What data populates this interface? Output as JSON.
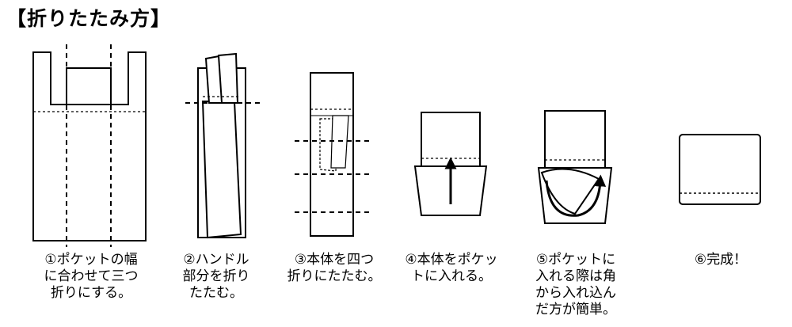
{
  "title": "【折りたたみ方】",
  "steps": [
    {
      "lines": [
        "①ポケットの幅",
        "に合わせて三つ",
        "折りにする。"
      ]
    },
    {
      "lines": [
        "②ハンドル",
        "部分を折り",
        "たたむ。"
      ]
    },
    {
      "lines": [
        "③本体を四つ",
        "折りにたたむ。"
      ]
    },
    {
      "lines": [
        "④本体をポケッ",
        "トに入れる。"
      ]
    },
    {
      "lines": [
        "⑤ポケットに",
        "入れる際は角",
        "から入れ込ん",
        "だ方が簡単。"
      ]
    },
    {
      "lines": [
        "⑥完成！"
      ]
    }
  ]
}
